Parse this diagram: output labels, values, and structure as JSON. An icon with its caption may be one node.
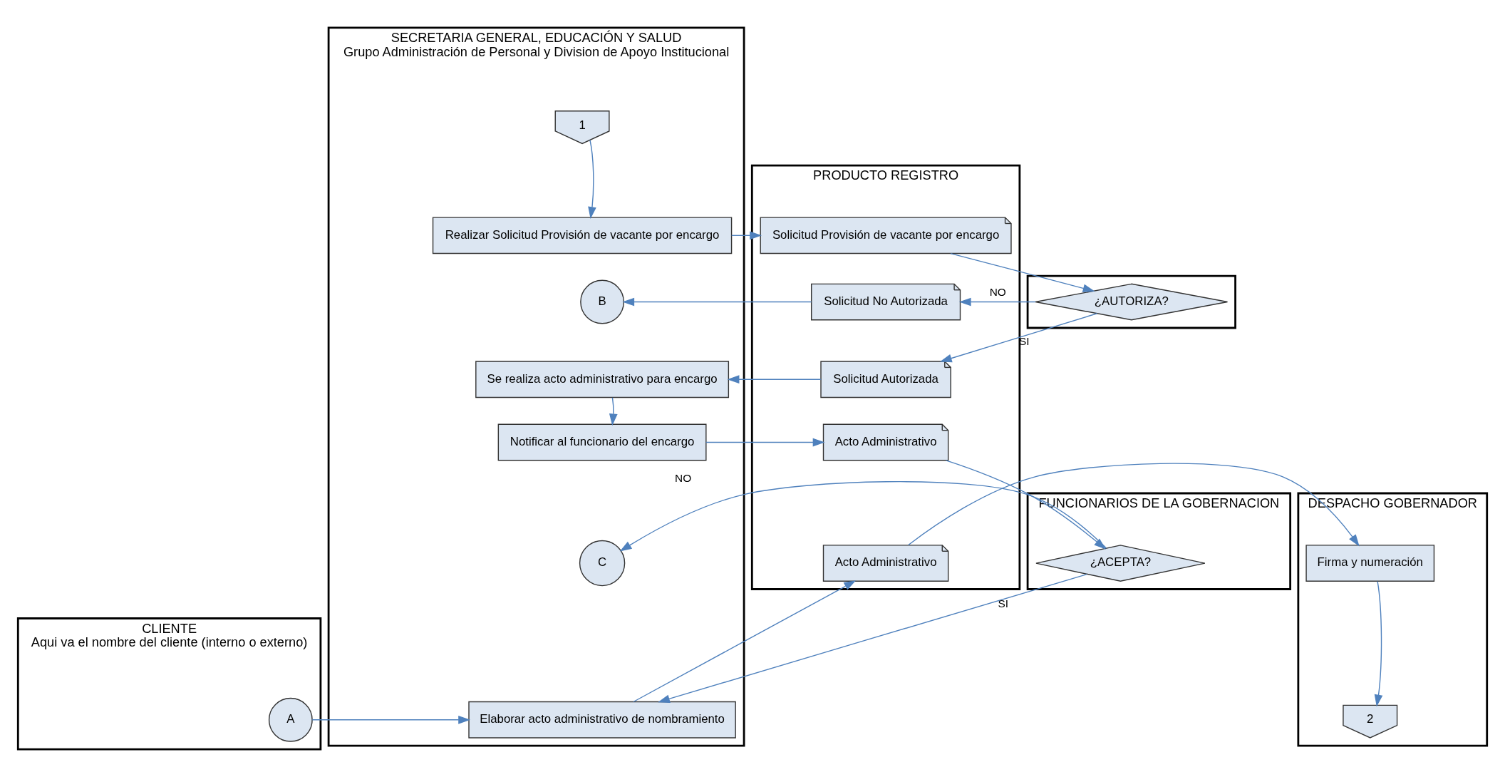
{
  "diagram": {
    "nodes": [
      {
        "text": [
          "CLIENTE",
          "Aqui va el nombre del cliente (interno o externo)"
        ]
      },
      {
        "text": [
          "SECRETARIA GENERAL, EDUCACIÓN Y SALUD",
          "Grupo Administración de Personal y Division de Apoyo Institucional"
        ]
      },
      {
        "text": [
          "PRODUCTO REGISTRO"
        ]
      },
      {
        "text": [
          "DESPACHO GOBERNADOR"
        ]
      },
      {
        "text": [
          "FUNCIONARIOS DE LA GOBERNACION"
        ]
      },
      {
        "text": [],
        "shape": "box"
      },
      {
        "text": [
          "1"
        ],
        "in": 1
      },
      {
        "text": [
          "Realizar Solicitud Provisión de vacante por encargo"
        ],
        "in": 1
      },
      {
        "text": [
          "Solicitud Provisión de vacante por encargo"
        ],
        "in": 2
      },
      {
        "text": [
          "¿AUTORIZA?"
        ],
        "in": 5
      },
      {
        "text": [
          "B"
        ],
        "in": 1
      },
      {
        "text": [
          "Solicitud No Autorizada"
        ],
        "in": 2
      },
      {
        "text": [
          "Se realiza acto administrativo para encargo"
        ],
        "in": 1
      },
      {
        "text": [
          "Solicitud Autorizada"
        ],
        "in": 2
      },
      {
        "text": [
          "Notificar al funcionario del encargo"
        ],
        "in": 1
      },
      {
        "text": [
          "Acto Administrativo"
        ],
        "in": 2
      },
      {
        "text": [
          "C"
        ],
        "in": 1
      },
      {
        "text": [
          "¿ACEPTA?"
        ],
        "in": 4
      },
      {
        "text": [
          "A"
        ],
        "in": 0
      },
      {
        "text": [
          "Elaborar acto administrativo de nombramiento"
        ],
        "in": 1
      },
      {
        "text": [
          "Acto Administrativo"
        ],
        "in": 2
      },
      {
        "text": [
          "Firma y numeración"
        ],
        "in": 3
      },
      {
        "text": [
          "2"
        ],
        "in": 3
      }
    ],
    "edges": [
      {
        "from": 6,
        "to": 7,
        "arrow": "to"
      },
      {
        "from": 7,
        "to": 8,
        "arrow": "to"
      },
      {
        "from": 8,
        "to": 9,
        "arrow": "to"
      },
      {
        "from": 9,
        "to": 11,
        "arrow": "to",
        "label": "NO"
      },
      {
        "from": 11,
        "to": 10,
        "arrow": "to"
      },
      {
        "from": 9,
        "to": 13,
        "arrow": "to",
        "label": "SI"
      },
      {
        "from": 13,
        "to": 12,
        "arrow": "to"
      },
      {
        "from": 12,
        "to": 14,
        "arrow": "to"
      },
      {
        "from": 14,
        "to": 15,
        "arrow": "to"
      },
      {
        "from": 15,
        "to": 17,
        "arrow": "to"
      },
      {
        "from": 17,
        "to": 16,
        "arrow": "to",
        "label": "NO"
      },
      {
        "from": 17,
        "to": 19,
        "arrow": "to",
        "label": "SI"
      },
      {
        "from": 18,
        "to": 19,
        "arrow": "to"
      },
      {
        "from": 19,
        "to": 20,
        "arrow": "to"
      },
      {
        "from": 20,
        "to": 21,
        "arrow": "to"
      },
      {
        "from": 21,
        "to": 22,
        "arrow": "to"
      }
    ]
  }
}
